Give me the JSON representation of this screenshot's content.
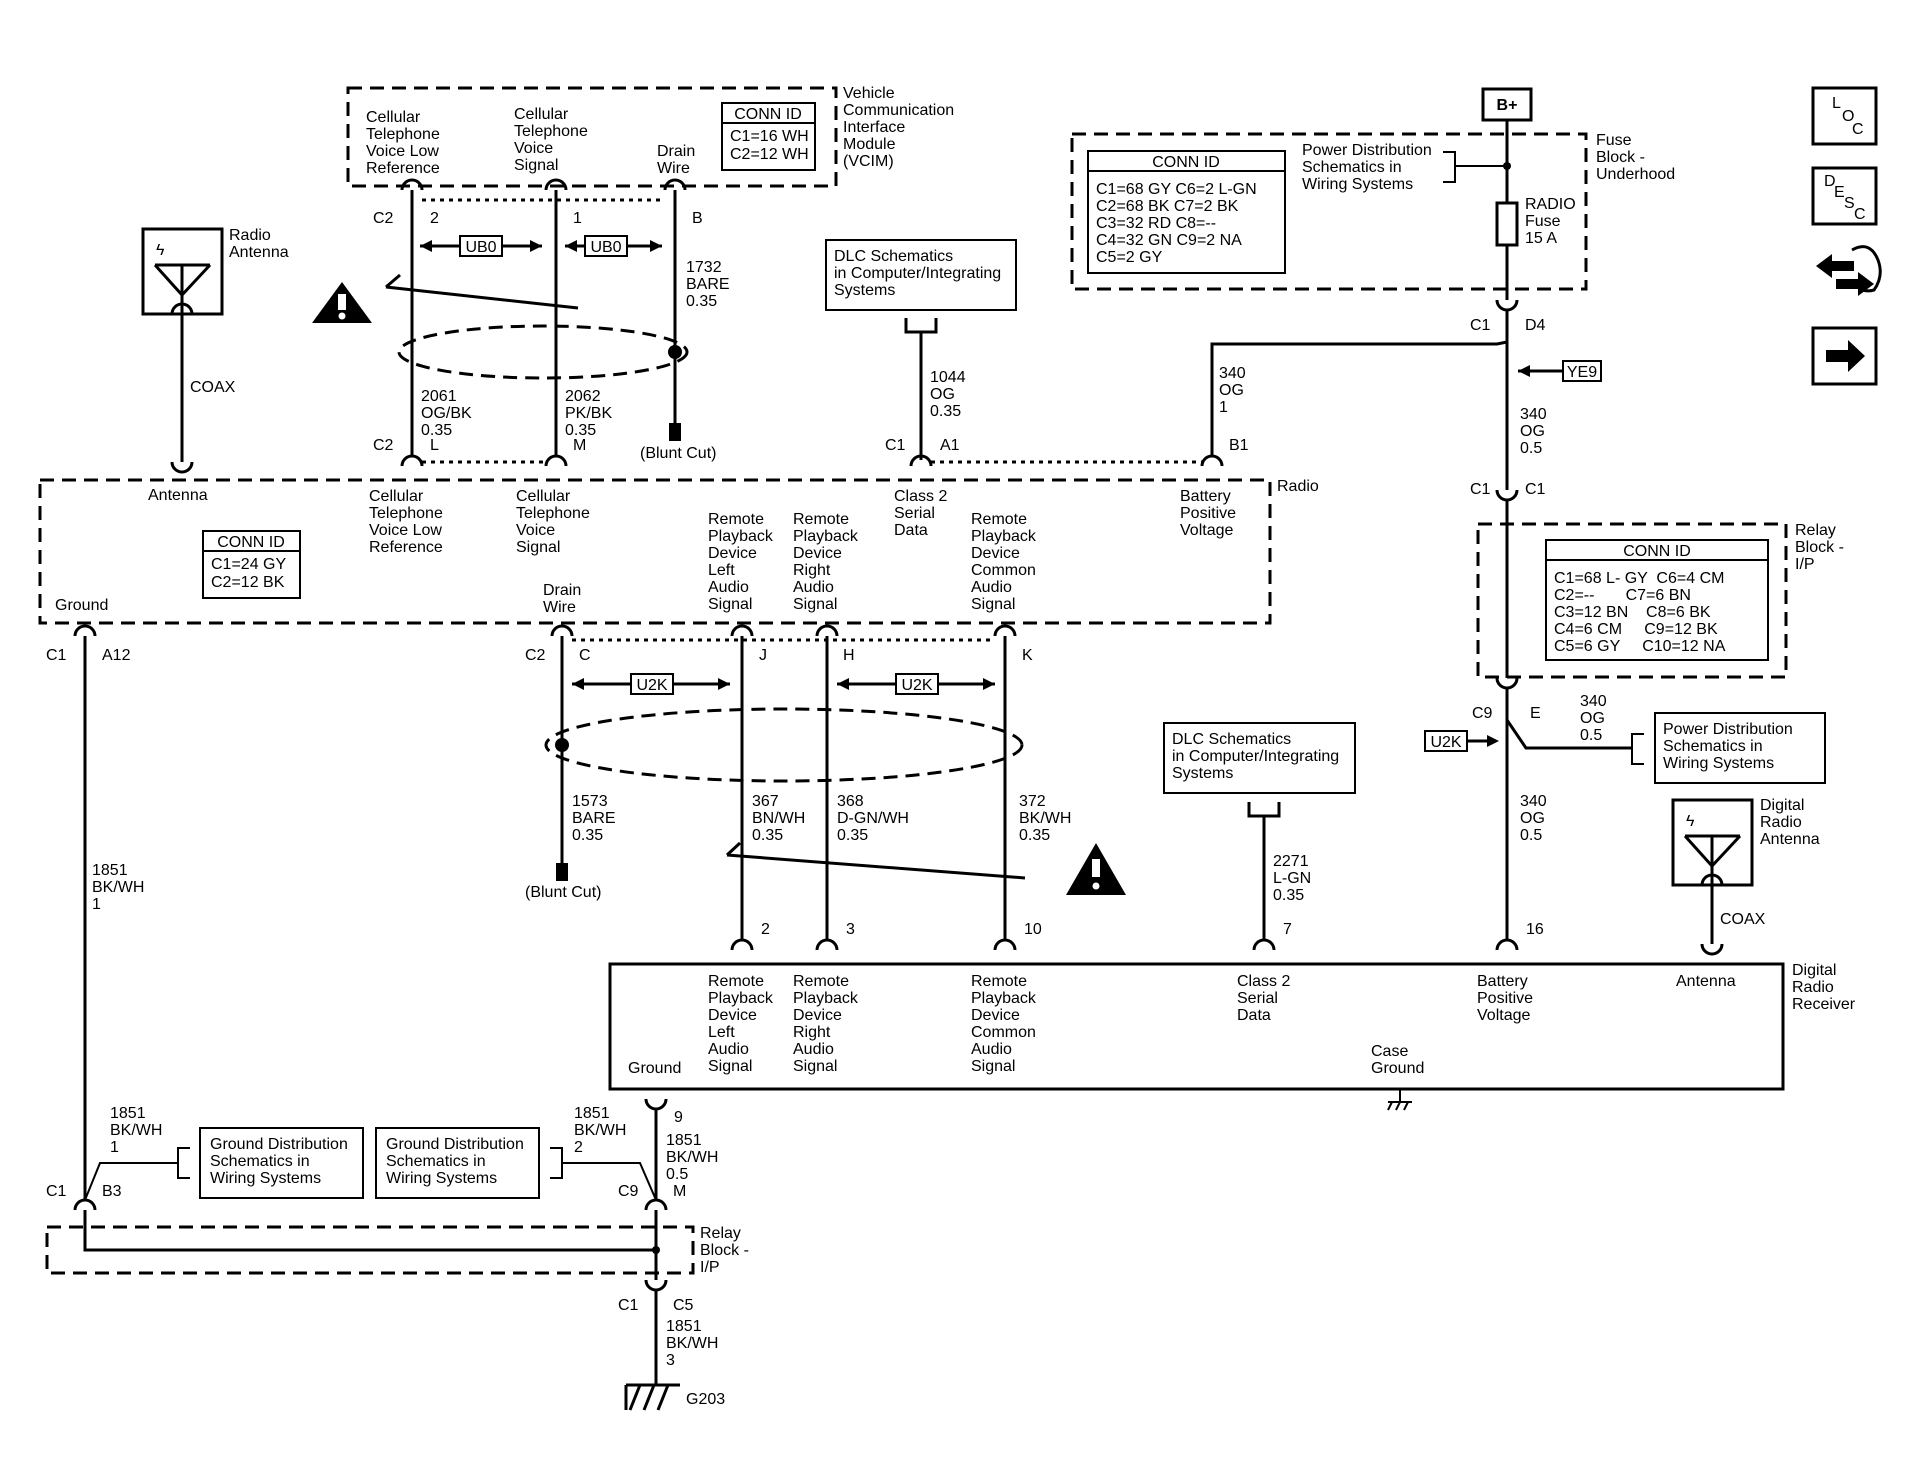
{
  "vcim": {
    "title": [
      "Vehicle",
      "Communication",
      "Interface",
      "Module",
      "(VCIM)"
    ],
    "conn_id": {
      "title": "CONN ID",
      "rows": [
        "C1=16 WH",
        "C2=12 WH"
      ]
    },
    "pins": [
      {
        "label": [
          "Cellular",
          "Telephone",
          "Voice Low",
          "Reference"
        ],
        "conn": "C2",
        "pin": "2"
      },
      {
        "label": [
          "Cellular",
          "Telephone",
          "Voice",
          "Signal"
        ],
        "pin": "1"
      },
      {
        "label": [
          "Drain",
          "Wire"
        ],
        "pin": "B"
      }
    ]
  },
  "radio_antenna": {
    "label": [
      "Radio",
      "Antenna"
    ],
    "coax": "COAX"
  },
  "ub0": [
    "UB0",
    "UB0"
  ],
  "vcim_wires": [
    {
      "lines": [
        "2061",
        "OG/BK",
        "0.35"
      ]
    },
    {
      "lines": [
        "2062",
        "PK/BK",
        "0.35"
      ]
    },
    {
      "lines": [
        "1732",
        "BARE",
        "0.35"
      ]
    }
  ],
  "blunt_cut": "(Blunt Cut)",
  "dlc_top": {
    "lines": [
      "DLC Schematics",
      "in Computer/Integrating",
      "Systems"
    ],
    "wire": [
      "1044",
      "OG",
      "0.35"
    ]
  },
  "fuse_block": {
    "title": [
      "Fuse",
      "Block -",
      "Underhood"
    ],
    "bplus": "B+",
    "conn_id": {
      "title": "CONN ID",
      "rows": [
        "C1=68 GY  C6=2 L-GN",
        "C2=68 BK  C7=2 BK",
        "C3=32 RD  C8=--",
        "C4=32 GN  C9=2 NA",
        "C5=2 GY"
      ]
    },
    "pd_ref": [
      "Power Distribution",
      "Schematics in",
      "Wiring Systems"
    ],
    "fuse": [
      "RADIO",
      "Fuse",
      "15 A"
    ],
    "conn": "C1",
    "pin": "D4"
  },
  "wire_340_top": [
    "340",
    "OG",
    "1"
  ],
  "ye9": "YE9",
  "wire_340_mid": [
    "340",
    "OG",
    "0.5"
  ],
  "radio": {
    "title": "Radio",
    "conn_id": {
      "title": "CONN ID",
      "rows": [
        "C1=24 GY",
        "C2=12 BK"
      ]
    },
    "top_pins": [
      {
        "conn": "C2",
        "pin": "L",
        "label": [
          "Cellular",
          "Telephone",
          "Voice Low",
          "Reference"
        ]
      },
      {
        "pin": "M",
        "label": [
          "Cellular",
          "Telephone",
          "Voice",
          "Signal"
        ]
      },
      {
        "conn": "C1",
        "pin": "A1",
        "label": [
          "Class 2",
          "Serial",
          "Data"
        ]
      },
      {
        "pin": "B1",
        "label": [
          "Battery",
          "Positive",
          "Voltage"
        ]
      }
    ],
    "antenna": "Antenna",
    "ground": "Ground",
    "drain": [
      "Drain",
      "Wire"
    ],
    "audio_labels": [
      [
        "Remote",
        "Playback",
        "Device",
        "Left",
        "Audio",
        "Signal"
      ],
      [
        "Remote",
        "Playback",
        "Device",
        "Right",
        "Audio",
        "Signal"
      ],
      [
        "Remote",
        "Playback",
        "Device",
        "Common",
        "Audio",
        "Signal"
      ]
    ],
    "bottom_pins": [
      {
        "conn": "C1",
        "pin": "A12"
      },
      {
        "conn": "C2",
        "pin": "C"
      },
      {
        "pin": "J"
      },
      {
        "pin": "H"
      },
      {
        "pin": "K"
      }
    ]
  },
  "relay_block_top": {
    "title": [
      "Relay",
      "Block -",
      "I/P"
    ],
    "conn_id": {
      "title": "CONN ID",
      "rows": [
        "C1=68 L- GY  C6=4 CM",
        "C2=--       C7=6 BN",
        "C3=12 BN    C8=6 BK",
        "C4=6 CM     C9=12 BK",
        "C5=6 GY     C10=12 NA"
      ]
    },
    "c1": "C1",
    "c1b": "C1",
    "c9": "C9",
    "e": "E"
  },
  "u2k": [
    "U2K",
    "U2K",
    "U2K"
  ],
  "pd_ref_mid": {
    "lines": [
      "Power Distribution",
      "Schematics in",
      "Wiring Systems"
    ],
    "wire": [
      "340",
      "OG",
      "0.5"
    ]
  },
  "wire_340_low": [
    "340",
    "OG",
    "0.5"
  ],
  "digital_antenna": {
    "label": [
      "Digital",
      "Radio",
      "Antenna"
    ],
    "coax": "COAX"
  },
  "dlc_mid": {
    "lines": [
      "DLC Schematics",
      "in Computer/Integrating",
      "Systems"
    ],
    "wire": [
      "2271",
      "L-GN",
      "0.35"
    ]
  },
  "audio_wires": [
    {
      "lines": [
        "1573",
        "BARE",
        "0.35"
      ]
    },
    {
      "lines": [
        "367",
        "BN/WH",
        "0.35"
      ]
    },
    {
      "lines": [
        "368",
        "D-GN/WH",
        "0.35"
      ]
    },
    {
      "lines": [
        "372",
        "BK/WH",
        "0.35"
      ]
    }
  ],
  "wire_1851_main": [
    "1851",
    "BK/WH",
    "1"
  ],
  "receiver": {
    "title": [
      "Digital",
      "Radio",
      "Receiver"
    ],
    "pins": [
      "2",
      "3",
      "10",
      "7",
      "16"
    ],
    "labels": [
      [
        "Remote",
        "Playback",
        "Device",
        "Left",
        "Audio",
        "Signal"
      ],
      [
        "Remote",
        "Playback",
        "Device",
        "Right",
        "Audio",
        "Signal"
      ],
      [
        "Remote",
        "Playback",
        "Device",
        "Common",
        "Audio",
        "Signal"
      ],
      [
        "Class 2",
        "Serial",
        "Data"
      ],
      [
        "Battery",
        "Positive",
        "Voltage"
      ]
    ],
    "antenna": "Antenna",
    "ground": "Ground",
    "case_ground": [
      "Case",
      "Ground"
    ],
    "ground_pin": "9"
  },
  "ground_dist": [
    {
      "lines": [
        "Ground Distribution",
        "Schematics in",
        "Wiring Systems"
      ],
      "wire": [
        "1851",
        "BK/WH",
        "1"
      ]
    },
    {
      "lines": [
        "Ground Distribution",
        "Schematics in",
        "Wiring Systems"
      ],
      "wire": [
        "1851",
        "BK/WH",
        "2"
      ]
    }
  ],
  "wire_1851_recv": [
    "1851",
    "BK/WH",
    "0.5"
  ],
  "relay_block_bottom": {
    "title": [
      "Relay",
      "Block -",
      "I/P"
    ],
    "c1": "C1",
    "b3": "B3",
    "c9": "C9",
    "m": "M",
    "c1b": "C1",
    "c5": "C5"
  },
  "wire_1851_g": [
    "1851",
    "BK/WH",
    "3"
  ],
  "g203": "G203",
  "side_icons": [
    {
      "name": "location-icon",
      "letters": [
        "L",
        "O",
        "C"
      ]
    },
    {
      "name": "description-icon",
      "letters": [
        "D",
        "E",
        "S",
        "C"
      ]
    },
    {
      "name": "vehicle-connector-icon"
    },
    {
      "name": "next-arrow-icon"
    }
  ]
}
